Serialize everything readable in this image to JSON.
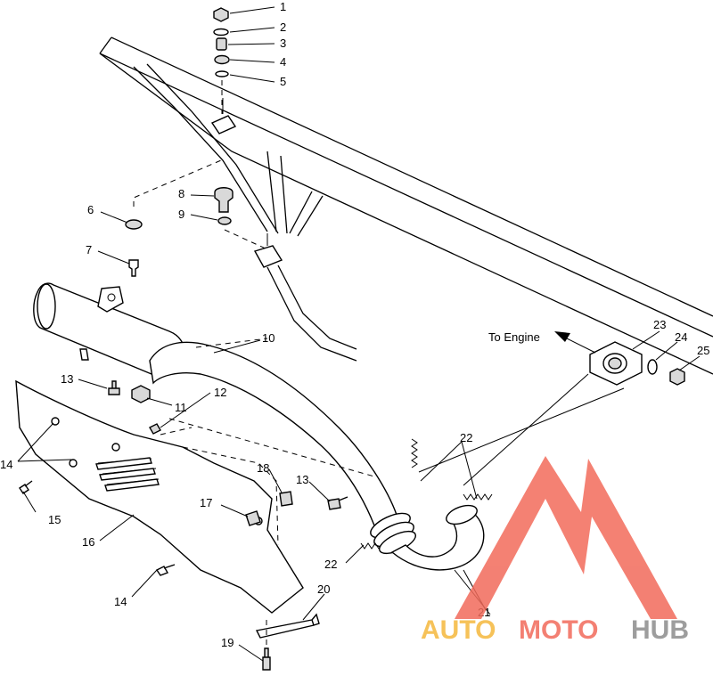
{
  "diagram": {
    "note": "To Engine",
    "callouts": [
      {
        "id": "c1",
        "text": "1"
      },
      {
        "id": "c2",
        "text": "2"
      },
      {
        "id": "c3",
        "text": "3"
      },
      {
        "id": "c4",
        "text": "4"
      },
      {
        "id": "c5",
        "text": "5"
      },
      {
        "id": "c6",
        "text": "6"
      },
      {
        "id": "c7",
        "text": "7"
      },
      {
        "id": "c8",
        "text": "8"
      },
      {
        "id": "c9",
        "text": "9"
      },
      {
        "id": "c10",
        "text": "10"
      },
      {
        "id": "c11",
        "text": "11"
      },
      {
        "id": "c12",
        "text": "12"
      },
      {
        "id": "c13a",
        "text": "13"
      },
      {
        "id": "c13b",
        "text": "13"
      },
      {
        "id": "c14a",
        "text": "14"
      },
      {
        "id": "c14b",
        "text": "14"
      },
      {
        "id": "c15",
        "text": "15"
      },
      {
        "id": "c16",
        "text": "16"
      },
      {
        "id": "c17",
        "text": "17"
      },
      {
        "id": "c18",
        "text": "18"
      },
      {
        "id": "c19",
        "text": "19"
      },
      {
        "id": "c20",
        "text": "20"
      },
      {
        "id": "c21",
        "text": "21"
      },
      {
        "id": "c22a",
        "text": "22"
      },
      {
        "id": "c22b",
        "text": "22"
      },
      {
        "id": "c23",
        "text": "23"
      },
      {
        "id": "c24",
        "text": "24"
      },
      {
        "id": "c25",
        "text": "25"
      }
    ]
  },
  "watermark": {
    "part1": "AUTO",
    "part2": "MOTO",
    "part3": "HUB",
    "colors": {
      "red": "#f26b5b",
      "orange": "#f5b83d",
      "gray": "#8c8c8c"
    }
  }
}
